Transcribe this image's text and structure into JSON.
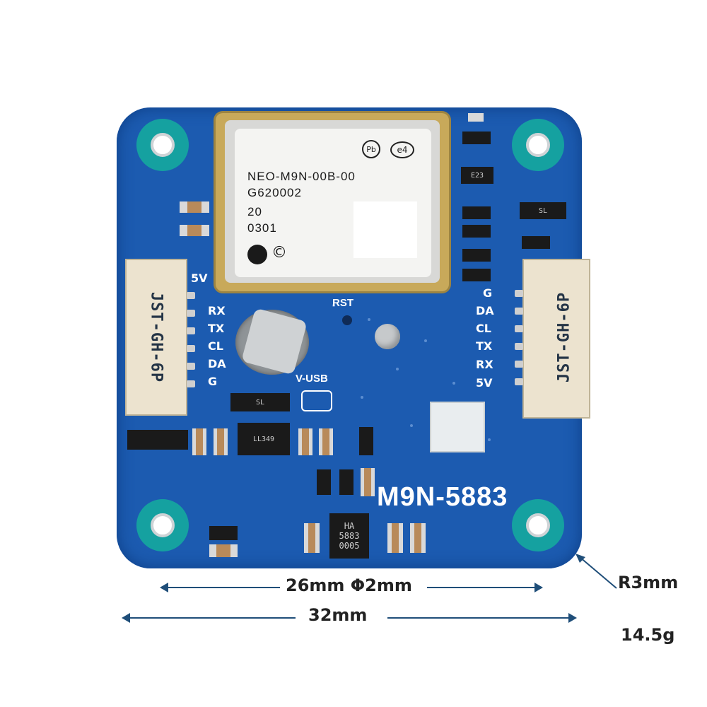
{
  "module": {
    "line1": "NEO-M9N-00B-00",
    "line2": "G620002",
    "line3": "20",
    "line4": "0301",
    "pb_mark": "Pb",
    "e4_mark": "e4",
    "c_mark": "©"
  },
  "left_connector": {
    "label": "JST-GH-6P",
    "pins": [
      "5V",
      "RX",
      "TX",
      "CL",
      "DA",
      "G"
    ]
  },
  "right_connector": {
    "label": "JST-GH-6P",
    "pins": [
      "G",
      "DA",
      "CL",
      "TX",
      "RX",
      "5V"
    ]
  },
  "silkscreen": {
    "rst": "RST",
    "vusb": "V-USB",
    "board_name": "M9N-5883"
  },
  "chips": {
    "sl_1": "SL",
    "sl_2": "SL",
    "e23": "E23",
    "ll349": "LL349",
    "ha5883_l1": "HA",
    "ha5883_l2": "5883",
    "ha5883_l3": "0005"
  },
  "dimensions": {
    "inner": "26mm Φ2mm",
    "outer": "32mm",
    "radius": "R3mm",
    "weight": "14.5g"
  }
}
